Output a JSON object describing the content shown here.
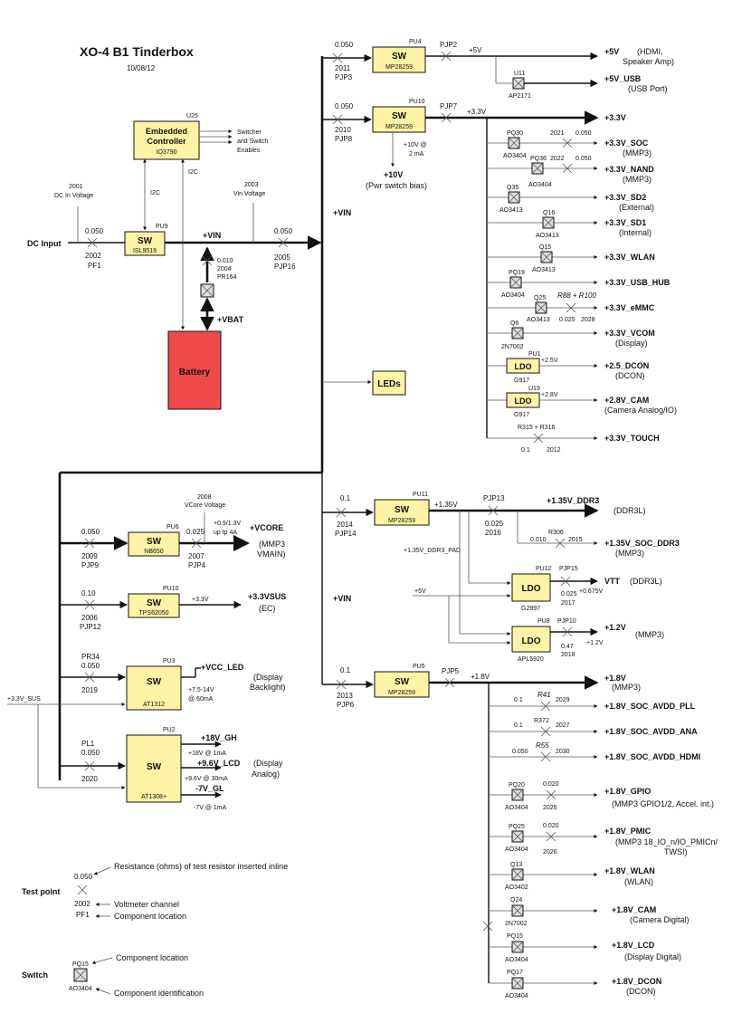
{
  "title": "XO-4 B1 Tinderbox",
  "date": "10/08/12",
  "labels": {
    "dc_input": "DC Input",
    "vin": "+VIN",
    "vbat": "+VBAT",
    "battery": "Battery",
    "leds": "LEDs",
    "i2c": "I2C",
    "switcher_enables_1": "Switcher",
    "switcher_enables_2": "and Switch",
    "switcher_enables_3": "Enables",
    "dc_in_voltage_num": "2001",
    "dc_in_voltage": "DC In Voltage",
    "vin_voltage_num": "2003",
    "vin_voltage": "Vin Voltage",
    "vcore_voltage_num": "2008",
    "vcore_voltage": "VCore Voltage",
    "v33_sus": "+3.3V_SUS",
    "ddr3_pad": "+1.35V_DDR3_PAD",
    "plus5v_in": "+5V"
  },
  "ec": {
    "line1": "Embedded",
    "line2": "Controller",
    "part": "IO3790",
    "ref": "U25"
  },
  "left_sw": {
    "ref": "PU9",
    "type": "SW",
    "part": "ISL9519",
    "r_val": "0.050",
    "r_num": "2002",
    "r_ref": "PF1",
    "r2_val": "0.050",
    "r2_num": "2005",
    "r2_ref": "PJP16",
    "pr_val": "0.010",
    "pr_num": "2004",
    "pr_ref": "PR164"
  },
  "top": {
    "pu4": {
      "ref": "PU4",
      "type": "SW",
      "part": "MP28259",
      "r_val": "0.050",
      "r_num": "2011",
      "r_ref": "PJP3",
      "jp": "PJP2",
      "out": "+5V"
    },
    "u11": {
      "ref": "U11",
      "part": "AP2171"
    },
    "pu10": {
      "ref": "PU10",
      "type": "SW",
      "part": "MP28259",
      "r_val": "0.050",
      "r_num": "2010",
      "r_ref": "PJP8",
      "jp": "PJP7",
      "out": "+3.3V"
    },
    "v10": {
      "note1": "+10V @",
      "note2": "2 mA",
      "name": "+10V",
      "desc": "(Pwr switch bias)"
    }
  },
  "rails_33": [
    {
      "name": "+5V",
      "desc": "(HDMI,",
      "desc2": "Speaker Amp)"
    },
    {
      "name": "+5V_USB",
      "desc": "(USB Port)"
    },
    {
      "name": "+3.3V",
      "desc": ""
    },
    {
      "name": "+3.3V_SOC",
      "desc": "(MMP3)",
      "comp": "PQ30",
      "part": "AO3404",
      "r_num": "2021",
      "r_val": "0.050"
    },
    {
      "name": "+3.3V_NAND",
      "desc": "(MMP3)",
      "comp": "PQ36",
      "part": "AO3404",
      "r_num": "2022",
      "r_val": "0.050"
    },
    {
      "name": "+3.3V_SD2",
      "desc": "(External)",
      "comp": "Q35",
      "part": "AO3413"
    },
    {
      "name": "+3.3V_SD1",
      "desc": "(Internal)",
      "comp": "Q16",
      "part": "AO3413"
    },
    {
      "name": "+3.3V_WLAN",
      "desc": "",
      "comp": "Q15",
      "part": "AO3413"
    },
    {
      "name": "+3.3V_USB_HUB",
      "desc": "",
      "comp": "PQ19",
      "part": "AO3404"
    },
    {
      "name": "+3.3V_eMMC",
      "desc": "",
      "comp": "Q25",
      "part": "AO3413",
      "r_name": "R88 + R100",
      "r_val": "0.025",
      "r_num": "2028"
    },
    {
      "name": "+3.3V_VCOM",
      "desc": "(Display)",
      "comp": "Q6",
      "part": "2N7002"
    },
    {
      "name": "+2.5_DCON",
      "desc": "(DCON)",
      "comp": "PU1",
      "part": "G917",
      "type": "LDO",
      "out": "+2.5V"
    },
    {
      "name": "+2.8V_CAM",
      "desc": "(Camera Analog/IO)",
      "comp": "U19",
      "part": "G917",
      "type": "LDO",
      "out": "+2.8V"
    },
    {
      "name": "+3.3V_TOUCH",
      "desc": "",
      "r_name": "R315 + R316",
      "r_val": "0.1",
      "r_num": "2012"
    }
  ],
  "vcore": {
    "ref": "PU6",
    "type": "SW",
    "part": "NB650",
    "r_val": "0.050",
    "r_num": "2009",
    "r_ref": "PJP9",
    "r2_val": "0.025",
    "r2_num": "2007",
    "r2_ref": "PJP4",
    "note1": "+0.9/1.3V",
    "note2": "up tp 4A",
    "name": "+VCORE",
    "desc1": "(MMP3",
    "desc2": "VMAIN)"
  },
  "sus": {
    "ref": "PU10",
    "type": "SW",
    "part": "TPS62050",
    "r_val": "0.10",
    "r_num": "2006",
    "r_ref": "PJP12",
    "out": "+3.3V",
    "name": "+3.3VSUS",
    "desc": "(EC)"
  },
  "led": {
    "ref": "PU3",
    "type": "SW",
    "part": "AT1312",
    "r_ref": "PR34",
    "r_val": "0.050",
    "r_num": "2019",
    "name": "+VCC_LED",
    "note1": "+7.5-14V",
    "note2": "@ 60mA",
    "desc1": "(Display",
    "desc2": "Backlight)"
  },
  "gh": {
    "ref": "PU2",
    "type": "SW",
    "part": "AT1308+",
    "r_ref": "PL1",
    "r_val": "0.050",
    "r_num": "2020",
    "o1": "+18V_GH",
    "o1n": "+18V @ 1mA",
    "o2": "+9.6V_LCD",
    "o2n": "+9.6V @ 30mA",
    "o3": "-7V_GL",
    "o3n": "-7V @ 1mA",
    "desc1": "(Display",
    "desc2": "Analog)"
  },
  "ddr": {
    "ref": "PU11",
    "type": "SW",
    "part": "MP28259",
    "r_val": "0.1",
    "r_num": "2014",
    "r_ref": "PJP14",
    "out": "+1.35V",
    "jp": "PJP13",
    "jp_val": "0.025",
    "jp_num": "2016",
    "name": "+1.35V_DDR3",
    "desc": "(DDR3L)",
    "soc_r": "R306",
    "soc_val": "0.010",
    "soc_num": "2015",
    "soc_name": "+1.35V_SOC_DDR3",
    "soc_desc": "(MMP3)",
    "vtt_ref": "PU12",
    "vtt_part": "G2997",
    "vtt_jp": "PJP15",
    "vtt_val": "0.025",
    "vtt_num": "2017",
    "vtt_out": "+0.675V",
    "vtt_name": "VTT",
    "vtt_desc": "(DDR3L)",
    "v12_ref": "PU8",
    "v12_part": "APL5920",
    "v12_jp": "PJP10",
    "v12_val": "0.47",
    "v12_num": "2018",
    "v12_out": "+1.2V",
    "v12_name": "+1.2V",
    "v12_desc": "(MMP3)",
    "ldo": "LDO"
  },
  "v18": {
    "ref": "PU5",
    "type": "SW",
    "part": "MP28259",
    "r_val": "0.1",
    "r_num": "2013",
    "r_ref": "PJP6",
    "jp": "PJP5",
    "out": "+1.8V",
    "name": "+1.8V",
    "desc": "(MMP3)"
  },
  "rails_18": [
    {
      "name": "+1.8V_SOC_AVDD_PLL",
      "r_val": "0.1",
      "r_name": "R41",
      "r_num": "2029"
    },
    {
      "name": "+1.8V_SOC_AVDD_ANA",
      "r_val": "0.1",
      "r_name": "R372",
      "r_num": "2027"
    },
    {
      "name": "+1.8V_SOC_AVDD_HDMI",
      "r_val": "0.050",
      "r_name": "R55",
      "r_num": "2030"
    },
    {
      "name": "+1.8V_GPIO",
      "desc": "(MMP3 GPIO1/2, Accel. int.)",
      "comp": "PQ20",
      "part": "AO3404",
      "r_val": "0.020",
      "r_num": "2025"
    },
    {
      "name": "+1.8V_PMIC",
      "desc": "(MMP3 18_IO_n/IO_PMICn/",
      "desc2": "TWSI)",
      "comp": "PQ25",
      "part": "AO3404",
      "r_val": "0.020",
      "r_num": "2026"
    },
    {
      "name": "+1.8V_WLAN",
      "desc": "(WLAN)",
      "comp": "Q13",
      "part": "AO3402"
    },
    {
      "name": "+1.8V_CAM",
      "desc": "(Camera Digital)",
      "comp": "Q24",
      "part": "2N7002"
    },
    {
      "name": "+1.8V_LCD",
      "desc": "(Display Digital)",
      "comp": "PQ15",
      "part": "AO3404"
    },
    {
      "name": "+1.8V_DCON",
      "desc": "(DCON)",
      "comp": "PQ17",
      "part": "AO3404"
    }
  ],
  "legend": {
    "tp_title": "Test point",
    "tp_val": "0.050",
    "tp_num": "2002",
    "tp_ref": "PF1",
    "tp_desc1": "Resistance (ohms) of test resistor inserted inline",
    "tp_desc2": "Voltmeter channel",
    "tp_desc3": "Component location",
    "sw_title": "Switch",
    "sw_comp": "PQ15",
    "sw_part": "AO3404",
    "sw_desc1": "Component location",
    "sw_desc2": "Component  identification"
  }
}
